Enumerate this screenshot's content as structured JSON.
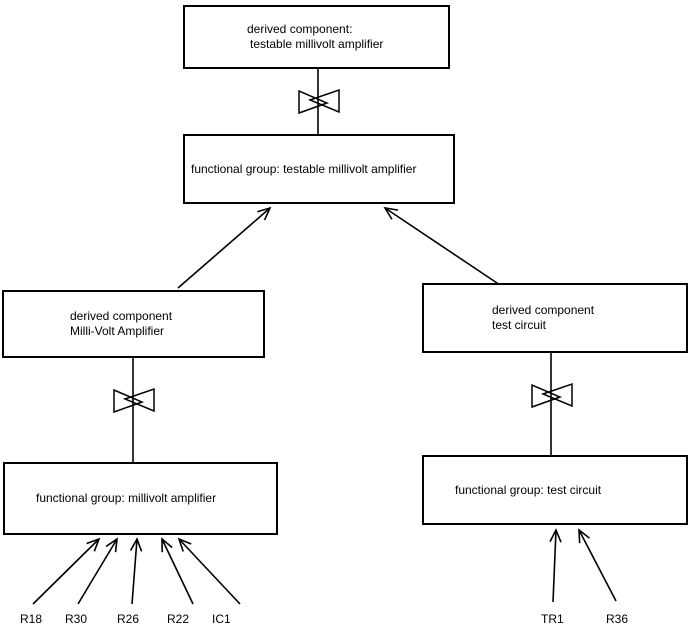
{
  "diagram": {
    "background_color": "#ffffff",
    "line_color": "#000000",
    "nodes": {
      "derived_testable": {
        "line1": "derived component:",
        "line2": "testable millivolt amplifier"
      },
      "fg_testable": {
        "label": "functional group: testable millivolt amplifier"
      },
      "derived_millivolt": {
        "line1": "derived component",
        "line2": "Milli-Volt Amplifier"
      },
      "derived_test": {
        "line1": "derived component",
        "line2": "test circuit"
      },
      "fg_millivolt": {
        "label": "functional group: millivolt amplifier"
      },
      "fg_test": {
        "label": "functional group: test circuit"
      }
    },
    "components": {
      "millivolt": [
        "R18",
        "R30",
        "R26",
        "R22",
        "IC1"
      ],
      "test": [
        "TR1",
        "R36"
      ]
    }
  }
}
